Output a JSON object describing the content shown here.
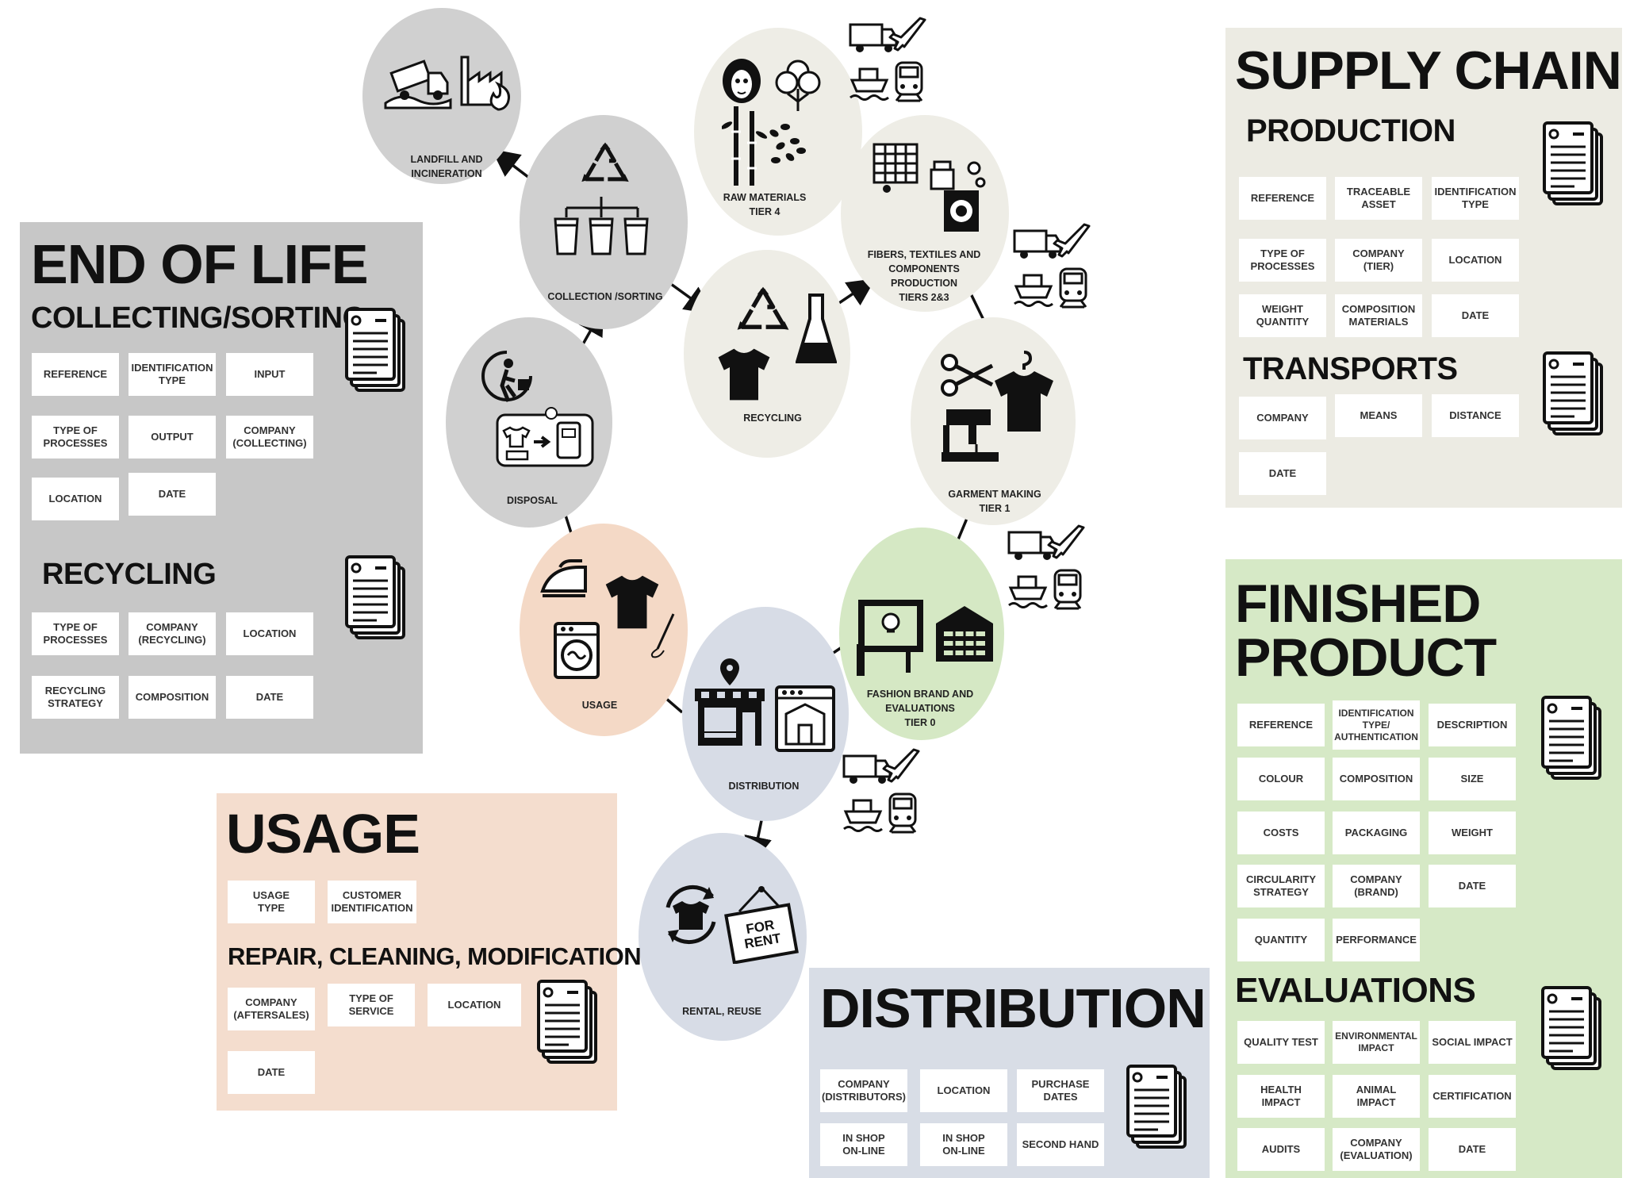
{
  "colors": {
    "end_of_life_panel": "#c7c7c7",
    "supply_chain_panel": "#ecebe3",
    "finished_product_panel": "#d6e9c6",
    "usage_panel": "#f4ddce",
    "distribution_panel": "#d8dde6",
    "stage_grey": "#d0d0d0",
    "stage_cream": "#eeede6",
    "stage_peach": "#f4d9c6",
    "stage_green": "#d5e8c4",
    "stage_blue": "#d7dce6"
  },
  "stages": {
    "landfill": "LANDFILL AND\nINCINERATION",
    "collection": "COLLECTION /SORTING",
    "raw_materials": "RAW MATERIALS\nTIER 4",
    "fibers": "FIBERS, TEXTILES AND\nCOMPONENTS\nPRODUCTION\nTIERS 2&3",
    "recycling": "RECYCLING",
    "garment": "GARMENT MAKING\nTIER 1",
    "disposal": "DISPOSAL",
    "fashion_brand": "FASHION BRAND AND\nEVALUATIONS\nTIER 0",
    "usage": "USAGE",
    "distribution": "DISTRIBUTION",
    "rental": "RENTAL, REUSE"
  },
  "end_of_life": {
    "title": "END OF LIFE",
    "collecting_title": "COLLECTING/SORTING",
    "collecting_fields": [
      "REFERENCE",
      "IDENTIFICATION\nTYPE",
      "INPUT",
      "TYPE OF\nPROCESSES",
      "OUTPUT",
      "COMPANY\n(COLLECTING)",
      "LOCATION",
      "DATE"
    ],
    "recycling_title": "RECYCLING",
    "recycling_fields": [
      "TYPE OF\nPROCESSES",
      "COMPANY\n(RECYCLING)",
      "LOCATION",
      "RECYCLING\nSTRATEGY",
      "COMPOSITION",
      "DATE"
    ]
  },
  "supply_chain": {
    "title": "SUPPLY CHAIN",
    "production_title": "PRODUCTION",
    "production_fields": [
      "REFERENCE",
      "TRACEABLE\nASSET",
      "IDENTIFICATION\nTYPE",
      "TYPE OF\nPROCESSES",
      "COMPANY\n(TIER)",
      "LOCATION",
      "WEIGHT\nQUANTITY",
      "COMPOSITION\nMATERIALS",
      "DATE"
    ],
    "transports_title": "TRANSPORTS",
    "transports_fields": [
      "COMPANY",
      "MEANS",
      "DISTANCE",
      "DATE"
    ]
  },
  "finished_product": {
    "title_line1": "FINISHED",
    "title_line2": "PRODUCT",
    "fields": [
      "REFERENCE",
      "IDENTIFICATION\nTYPE/\nAUTHENTICATION",
      "DESCRIPTION",
      "COLOUR",
      "COMPOSITION",
      "SIZE",
      "COSTS",
      "PACKAGING",
      "WEIGHT",
      "CIRCULARITY\nSTRATEGY",
      "COMPANY\n(BRAND)",
      "DATE",
      "QUANTITY",
      "PERFORMANCE"
    ],
    "evaluations_title": "EVALUATIONS",
    "evaluation_fields": [
      "QUALITY TEST",
      "ENVIRONMENTAL\nIMPACT",
      "SOCIAL IMPACT",
      "HEALTH IMPACT",
      "ANIMAL IMPACT",
      "CERTIFICATION",
      "AUDITS",
      "COMPANY\n(EVALUATION)",
      "DATE"
    ]
  },
  "usage": {
    "title": "USAGE",
    "fields": [
      "USAGE\nTYPE",
      "CUSTOMER\nIDENTIFICATION"
    ],
    "repair_title": "REPAIR, CLEANING, MODIFICATION",
    "repair_fields": [
      "COMPANY\n(AFTERSALES)",
      "TYPE OF\nSERVICE",
      "LOCATION",
      "DATE"
    ]
  },
  "distribution": {
    "title": "DISTRIBUTION",
    "fields": [
      "COMPANY\n(DISTRIBUTORS)",
      "LOCATION",
      "PURCHASE\nDATES",
      "IN SHOP\nON-LINE",
      "IN SHOP\nON-LINE",
      "SECOND HAND"
    ]
  },
  "sign_text": "FOR\nRENT",
  "icons": [
    "document-icon",
    "garbage-truck-icon",
    "factory-fire-icon",
    "recycle-icon",
    "bins-icon",
    "sheep-icon",
    "cotton-icon",
    "bamboo-icon",
    "loom-icon",
    "truck-icon",
    "plane-icon",
    "ship-icon",
    "train-icon",
    "scissors-icon",
    "tshirt-icon",
    "sewing-machine-icon",
    "flask-icon",
    "person-disposal-icon",
    "iron-icon",
    "washing-machine-icon",
    "shop-icon",
    "online-shop-icon",
    "warehouse-icon",
    "billboard-icon",
    "for-rent-sign-icon"
  ]
}
